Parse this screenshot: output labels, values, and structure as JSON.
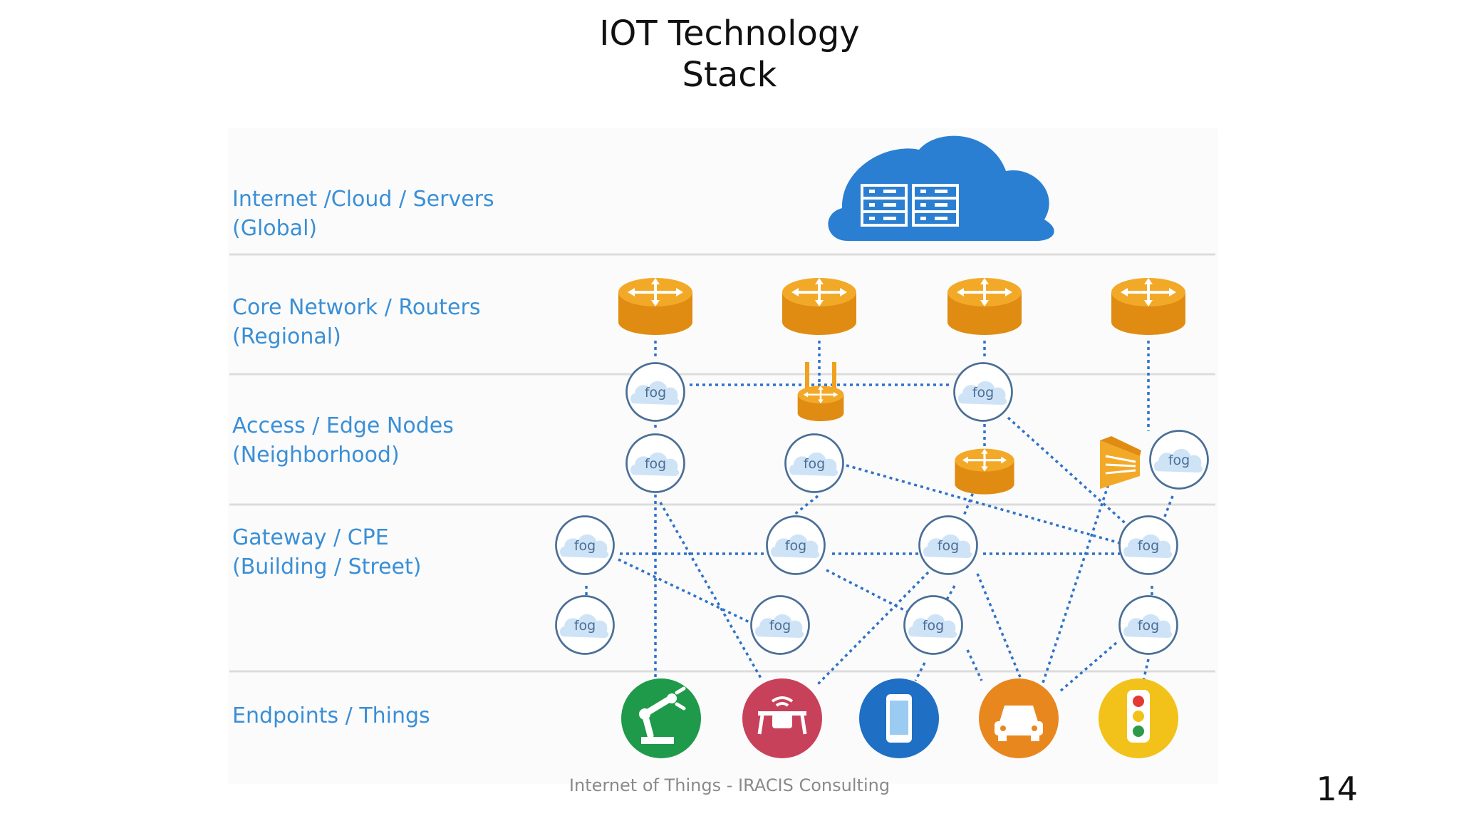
{
  "title": {
    "line1": "IOT Technology",
    "line2": "Stack"
  },
  "layers": [
    {
      "name": "Internet /Cloud / Servers",
      "scope": "(Global)"
    },
    {
      "name": "Core Network / Routers",
      "scope": "(Regional)"
    },
    {
      "name": "Access / Edge Nodes",
      "scope": "(Neighborhood)"
    },
    {
      "name": "Gateway / CPE",
      "scope": "(Building / Street)"
    },
    {
      "name": "Endpoints / Things",
      "scope": ""
    }
  ],
  "node_label": "fog",
  "endpoints": [
    "robot-arm-icon",
    "drone-icon",
    "smartphone-icon",
    "car-icon",
    "traffic-light-icon"
  ],
  "colors": {
    "label_blue": "#3a8fd6",
    "cloud_blue": "#2a7fd2",
    "router_orange": "#f0a11f",
    "node_stroke": "#4a6f96",
    "link_blue": "#2f72c8",
    "robot_green": "#1f9a4a",
    "drone_red": "#c8415a",
    "phone_blue": "#1f6fc5",
    "car_orange": "#e8871e",
    "traffic_yellow": "#f2c21b"
  },
  "footer": "Internet of Things - IRACIS Consulting",
  "page_number": "14"
}
